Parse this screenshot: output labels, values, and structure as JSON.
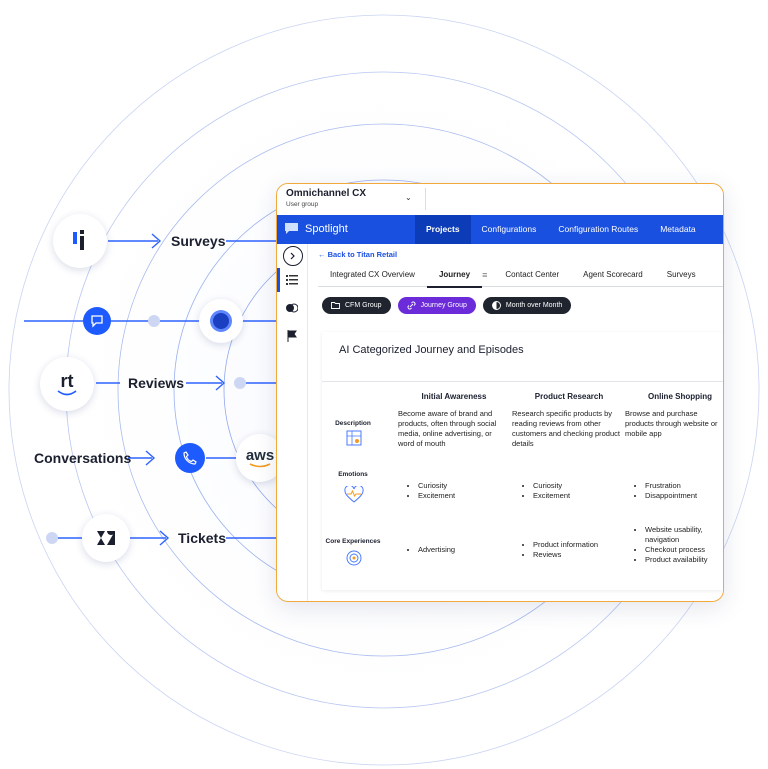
{
  "sources": {
    "surveys": "Surveys",
    "reviews": "Reviews",
    "conversations": "Conversations",
    "tickets": "Tickets",
    "aws": "aws",
    "rt": "rt"
  },
  "workspace": {
    "title": "Omnichannel CX",
    "subtitle": "User group"
  },
  "nav": {
    "brand": "Spotlight",
    "items": [
      "Projects",
      "Configurations",
      "Configuration Routes",
      "Metadata"
    ]
  },
  "back_link": "← Back to Titan Retail",
  "tabs": [
    "Integrated CX Overview",
    "Journey",
    "Contact Center",
    "Agent Scorecard",
    "Surveys"
  ],
  "chips": [
    "CFM Group",
    "Journey Group",
    "Month over Month"
  ],
  "card": {
    "title": "AI Categorized Journey and Episodes",
    "columns": [
      "Initial Awareness",
      "Product Research",
      "Online Shopping"
    ],
    "rows": {
      "description": {
        "label": "Description",
        "cells": [
          "Become aware of brand and products, often through social media, online advertising, or word of mouth",
          "Research specific products by reading reviews from other customers and checking product details",
          "Browse and purchase products through website or mobile app"
        ]
      },
      "emotions": {
        "label": "Emotions",
        "cells": [
          [
            "Curiosity",
            "Excitement"
          ],
          [
            "Curiosity",
            "Excitement"
          ],
          [
            "Frustration",
            "Disappointment"
          ]
        ]
      },
      "core": {
        "label": "Core Experiences",
        "cells": [
          [
            "Advertising"
          ],
          [
            "Product information",
            "Reviews"
          ],
          [
            "Website usability, navigation",
            "Checkout process",
            "Product availability"
          ]
        ]
      }
    }
  },
  "colors": {
    "accent": "#1a50e0",
    "nav_active": "#0d3cb8",
    "chip_dark": "#20242f",
    "chip_purple": "#6b2bd9",
    "border": "#f2a93b",
    "line_blue": "#1e5bff"
  }
}
